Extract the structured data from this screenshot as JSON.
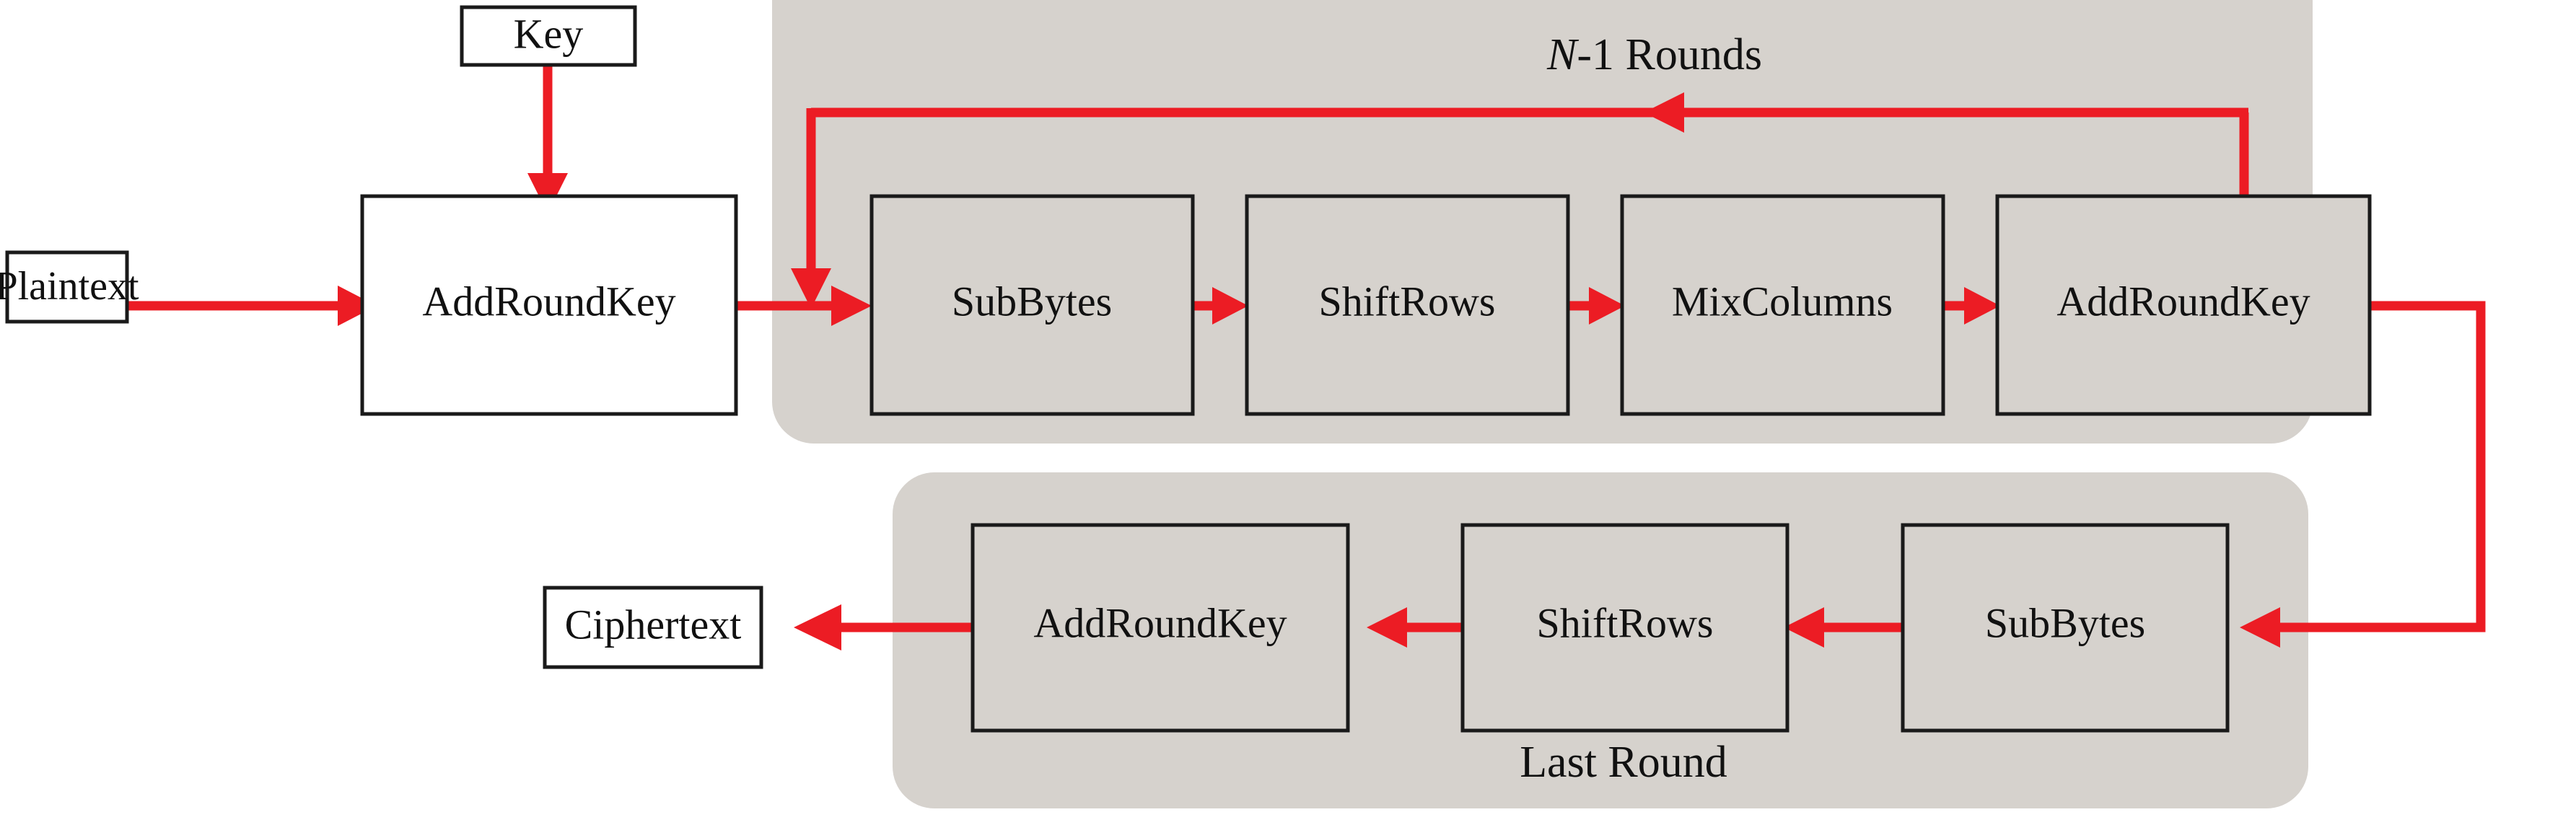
{
  "diagram": {
    "title": "AES Encryption Block Diagram",
    "type": "flowchart",
    "background_color": "#ffffff",
    "panel_color": "#d6d2cd",
    "arrow_color": "#ec1c24",
    "box_border_color": "#1a1a1a",
    "box_fill_white": "#ffffff"
  },
  "nodes": {
    "plaintext": {
      "label": "Plaintext"
    },
    "key": {
      "label": "Key"
    },
    "initial_addroundkey": {
      "label": "AddRoundKey"
    },
    "ciphertext": {
      "label": "Ciphertext"
    }
  },
  "groups": {
    "main_rounds": {
      "caption_emphasis": "N",
      "caption_rest": "-1 Rounds",
      "caption_full": "N-1 Rounds",
      "steps": [
        {
          "label": "SubBytes"
        },
        {
          "label": "ShiftRows"
        },
        {
          "label": "MixColumns"
        },
        {
          "label": "AddRoundKey"
        }
      ]
    },
    "last_round": {
      "caption_full": "Last Round",
      "steps": [
        {
          "label": "AddRoundKey"
        },
        {
          "label": "ShiftRows"
        },
        {
          "label": "SubBytes"
        }
      ]
    }
  },
  "connections": [
    {
      "name": "plaintext-to-addroundkey",
      "from": "Plaintext",
      "to": "AddRoundKey",
      "direction": "right"
    },
    {
      "name": "key-to-addroundkey",
      "from": "Key",
      "to": "AddRoundKey",
      "direction": "down"
    },
    {
      "name": "addroundkey-to-subbytes",
      "from": "AddRoundKey",
      "to": "SubBytes",
      "direction": "right"
    },
    {
      "name": "subbytes-to-shiftrows",
      "from": "SubBytes",
      "to": "ShiftRows",
      "direction": "right"
    },
    {
      "name": "shiftrows-to-mixcolumns",
      "from": "ShiftRows",
      "to": "MixColumns",
      "direction": "right"
    },
    {
      "name": "mixcolumns-to-addroundkey",
      "from": "MixColumns",
      "to": "AddRoundKey",
      "direction": "right"
    },
    {
      "name": "round-feedback-loop",
      "from": "AddRoundKey",
      "to": "SubBytes",
      "direction": "left"
    },
    {
      "name": "rounds-to-last-round",
      "from": "AddRoundKey",
      "to": "SubBytes",
      "direction": "down-left"
    },
    {
      "name": "last-subbytes-to-shiftrows",
      "from": "SubBytes",
      "to": "ShiftRows",
      "direction": "left"
    },
    {
      "name": "last-shiftrows-to-addroundkey",
      "from": "ShiftRows",
      "to": "AddRoundKey",
      "direction": "left"
    },
    {
      "name": "last-addroundkey-to-ciphertext",
      "from": "AddRoundKey",
      "to": "Ciphertext",
      "direction": "left"
    }
  ]
}
